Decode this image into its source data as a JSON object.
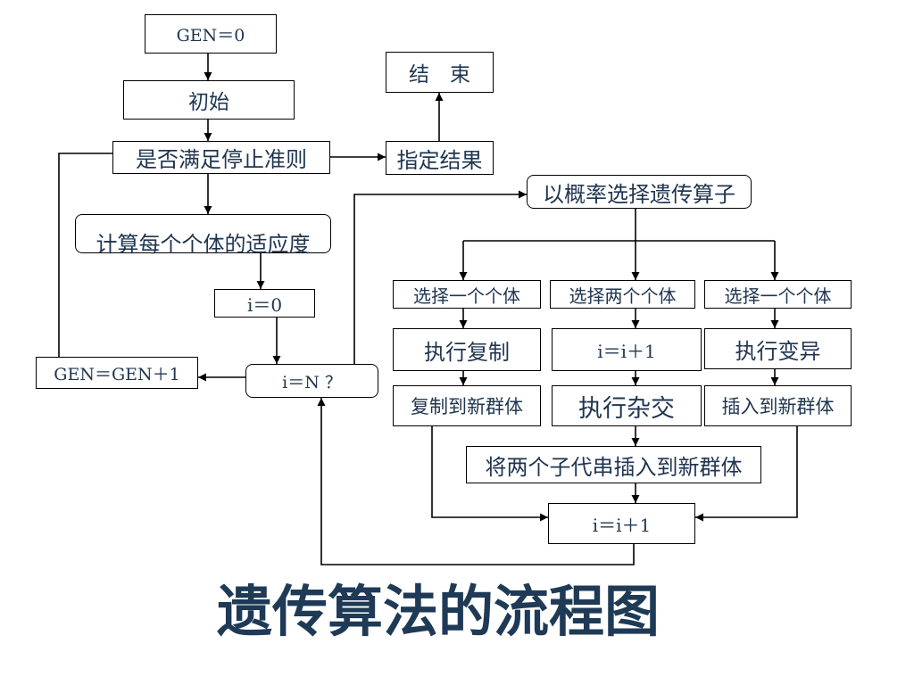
{
  "title": "遗传算法的流程图",
  "nodes": {
    "gen_zero": "GEN＝0",
    "init": "初始",
    "stop_check": "是否满足停止准则",
    "designate_result": "指定结果",
    "end": "结　束",
    "fitness": "计算每个个体的适应度",
    "i_zero": "i＝0",
    "gen_increment": "GEN＝GEN＋1",
    "i_equals_n": "i＝N ？",
    "select_operator": "以概率选择遗传算子",
    "select_one_left": "选择一个个体",
    "select_two": "选择两个个体",
    "select_one_right": "选择一个个体",
    "do_copy": "执行复制",
    "i_increment_mid": "i＝i＋1",
    "do_mutation": "执行变异",
    "copy_to_new": "复制到新群体",
    "do_crossover": "执行杂交",
    "insert_to_new": "插入到新群体",
    "insert_children": "将两个子代串插入到新群体",
    "i_increment_bottom": "i＝i＋1"
  },
  "colors": {
    "background": "#ffffff",
    "node_text": "#1f3550",
    "node_border": "#000000",
    "connector": "#000000",
    "title": "#1e3a56"
  }
}
